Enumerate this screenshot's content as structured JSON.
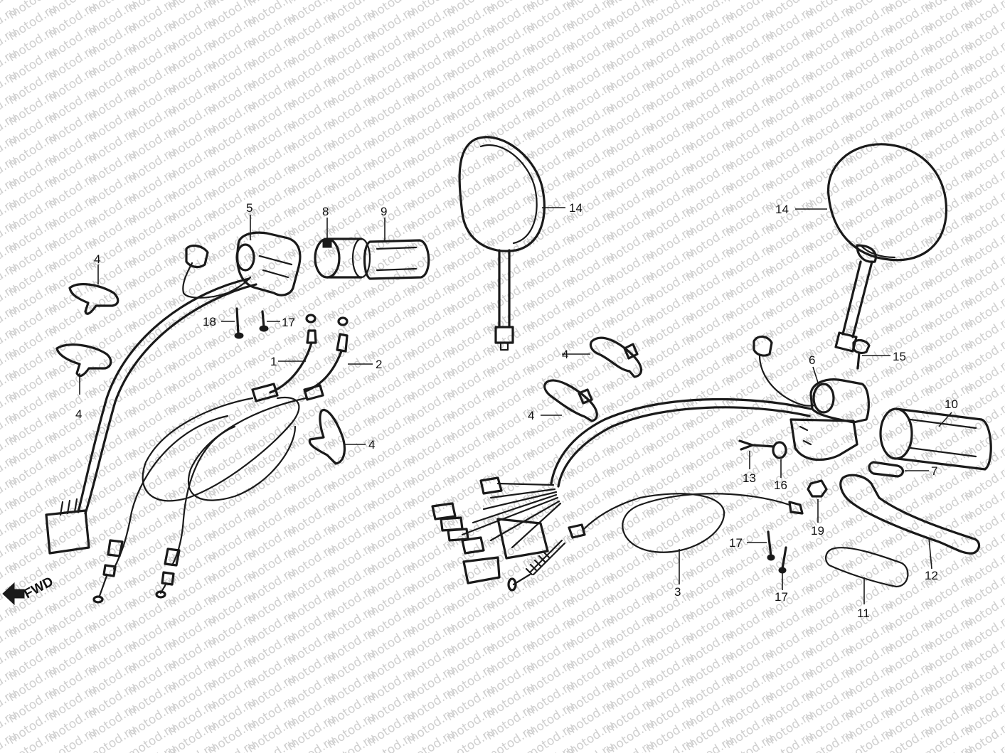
{
  "watermark": "motod.ru",
  "forward_label": "FWD",
  "callouts": [
    {
      "id": "c14a",
      "text": "14"
    },
    {
      "id": "c14b",
      "text": "14"
    },
    {
      "id": "c5",
      "text": "5"
    },
    {
      "id": "c8",
      "text": "8"
    },
    {
      "id": "c9",
      "text": "9"
    },
    {
      "id": "c4a",
      "text": "4"
    },
    {
      "id": "c4b",
      "text": "4"
    },
    {
      "id": "c4c",
      "text": "4"
    },
    {
      "id": "c4d",
      "text": "4"
    },
    {
      "id": "c4e",
      "text": "4"
    },
    {
      "id": "c18",
      "text": "18"
    },
    {
      "id": "c17a",
      "text": "17"
    },
    {
      "id": "c1",
      "text": "1"
    },
    {
      "id": "c2",
      "text": "2"
    },
    {
      "id": "c6",
      "text": "6"
    },
    {
      "id": "c15",
      "text": "15"
    },
    {
      "id": "c10",
      "text": "10"
    },
    {
      "id": "c7",
      "text": "7"
    },
    {
      "id": "c13",
      "text": "13"
    },
    {
      "id": "c16",
      "text": "16"
    },
    {
      "id": "c19",
      "text": "19"
    },
    {
      "id": "c12",
      "text": "12"
    },
    {
      "id": "c11",
      "text": "11"
    },
    {
      "id": "c3",
      "text": "3"
    },
    {
      "id": "c17b",
      "text": "17"
    },
    {
      "id": "c17c",
      "text": "17"
    }
  ]
}
